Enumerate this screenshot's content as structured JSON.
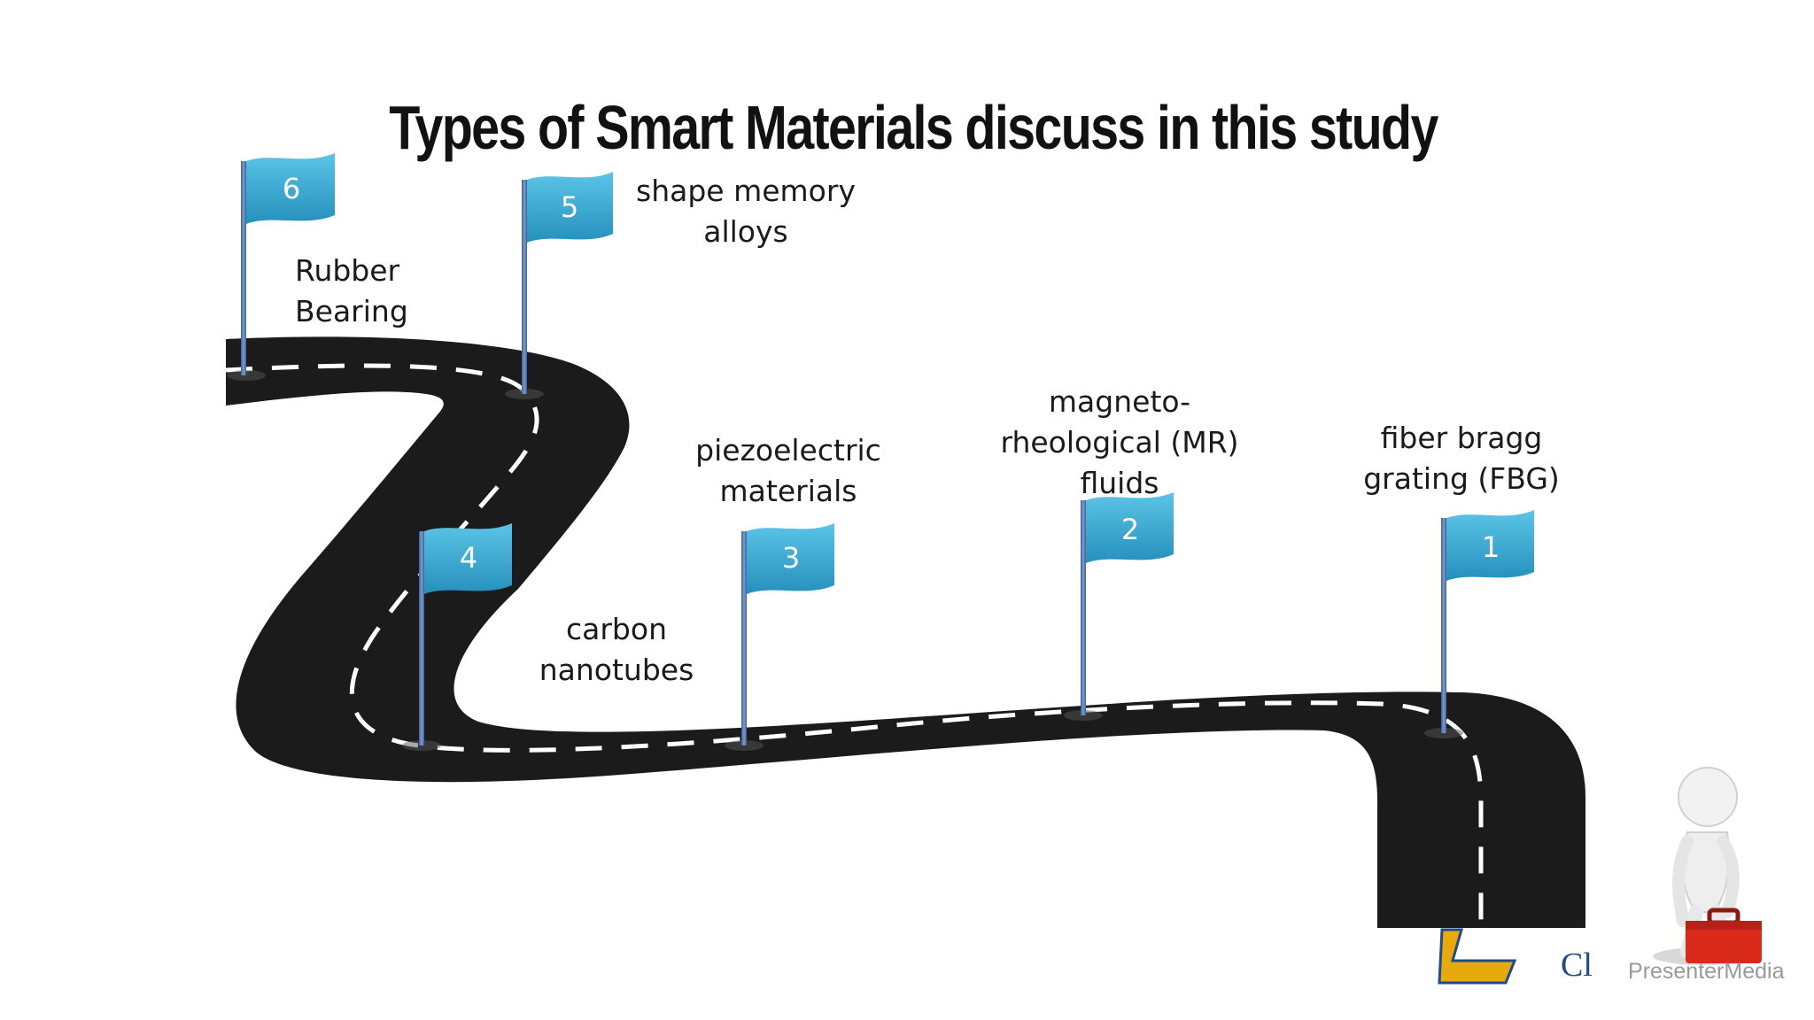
{
  "title": "Types of Smart Materials discuss in this study",
  "items": [
    {
      "number": "1",
      "lines": [
        "fiber bragg",
        "grating (FBG)"
      ]
    },
    {
      "number": "2",
      "lines": [
        "magneto-",
        "rheological (MR)",
        "fluids"
      ]
    },
    {
      "number": "3",
      "lines": [
        "piezoelectric",
        "materials"
      ]
    },
    {
      "number": "4",
      "lines": [
        "carbon",
        "nanotubes"
      ]
    },
    {
      "number": "5",
      "lines": [
        "shape memory",
        "alloys"
      ]
    },
    {
      "number": "6",
      "lines": [
        "Rubber",
        "Bearing"
      ]
    }
  ],
  "watermark": "PresenterMedia",
  "colors": {
    "road": "#1b1b1b",
    "flag": "#33a9d1",
    "pole": "#4b6fa8",
    "toolbox": "#d92a1c",
    "logo": "#e8a90d"
  }
}
